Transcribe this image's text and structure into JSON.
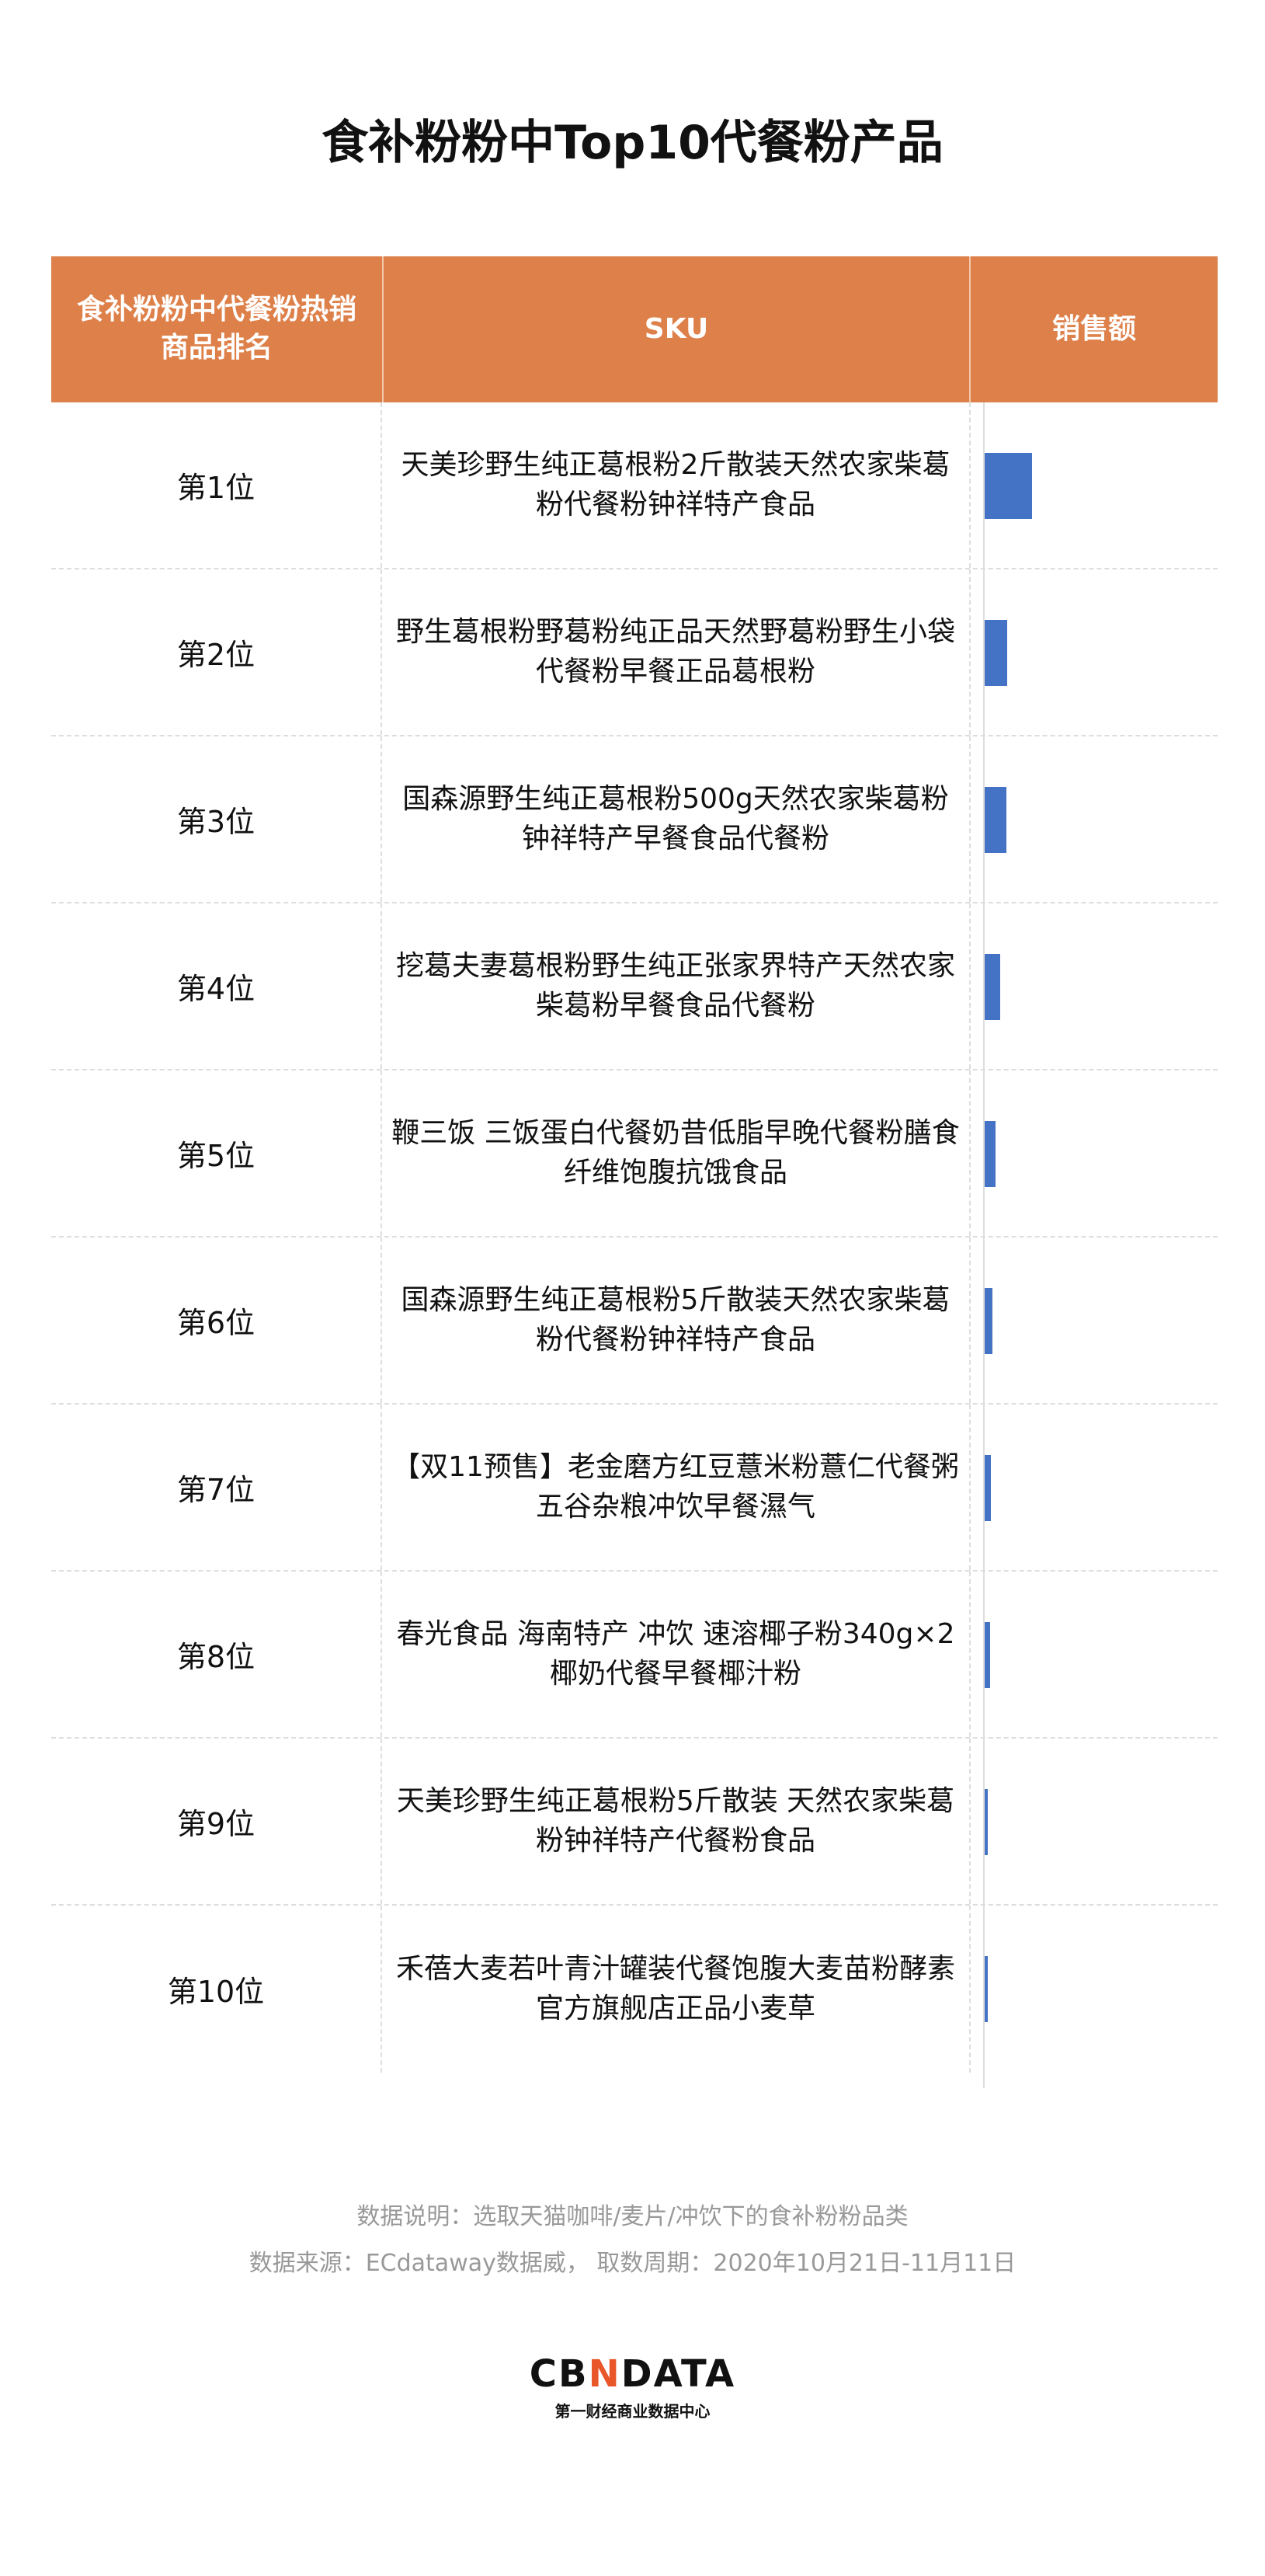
{
  "title": "食补粉粉中Top10代餐粉产品",
  "colors": {
    "header": "#DE8049",
    "bar": "#4472C4"
  },
  "chart_data": {
    "type": "table",
    "columns": [
      "食补粉粉中代餐粉热销商品排名",
      "SKU",
      "销售额"
    ],
    "rows": [
      {
        "rank": "第1位",
        "sku": "天美珍野生纯正葛根粉2斤散装天然农家柴葛粉代餐粉钟祥特产食品",
        "sales_relative": 100
      },
      {
        "rank": "第2位",
        "sku": "野生葛根粉野葛粉纯正品天然野葛粉野生小袋代餐粉早餐正品葛根粉",
        "sales_relative": 48
      },
      {
        "rank": "第3位",
        "sku": "国森源野生纯正葛根粉500g天然农家柴葛粉钟祥特产早餐食品代餐粉",
        "sales_relative": 46
      },
      {
        "rank": "第4位",
        "sku": "挖葛夫妻葛根粉野生纯正张家界特产天然农家柴葛粉早餐食品代餐粉",
        "sales_relative": 33
      },
      {
        "rank": "第5位",
        "sku": "鞭三饭 三饭蛋白代餐奶昔低脂早晚代餐粉膳食纤维饱腹抗饿食品",
        "sales_relative": 23
      },
      {
        "rank": "第6位",
        "sku": "国森源野生纯正葛根粉5斤散装天然农家柴葛粉代餐粉钟祥特产食品",
        "sales_relative": 16
      },
      {
        "rank": "第7位",
        "sku": "【双11预售】老金磨方红豆薏米粉薏仁代餐粥五谷杂粮冲饮早餐濕气",
        "sales_relative": 13
      },
      {
        "rank": "第8位",
        "sku": "春光食品 海南特产 冲饮 速溶椰子粉340g×2椰奶代餐早餐椰汁粉",
        "sales_relative": 11
      },
      {
        "rank": "第9位",
        "sku": "天美珍野生纯正葛根粉5斤散装 天然农家柴葛粉钟祥特产代餐粉食品",
        "sales_relative": 7
      },
      {
        "rank": "第10位",
        "sku": "禾蓓大麦若叶青汁罐装代餐饱腹大麦苗粉酵素官方旗舰店正品小麦草",
        "sales_relative": 7
      }
    ]
  },
  "footer": {
    "note": "数据说明：选取天猫咖啡/麦片/冲饮下的食补粉粉品类",
    "source": "数据来源：ECdataway数据威，  取数周期：2020年10月21日-11月11日",
    "logo": "CBNDATA",
    "logo_sub": "第一财经商业数据中心"
  }
}
